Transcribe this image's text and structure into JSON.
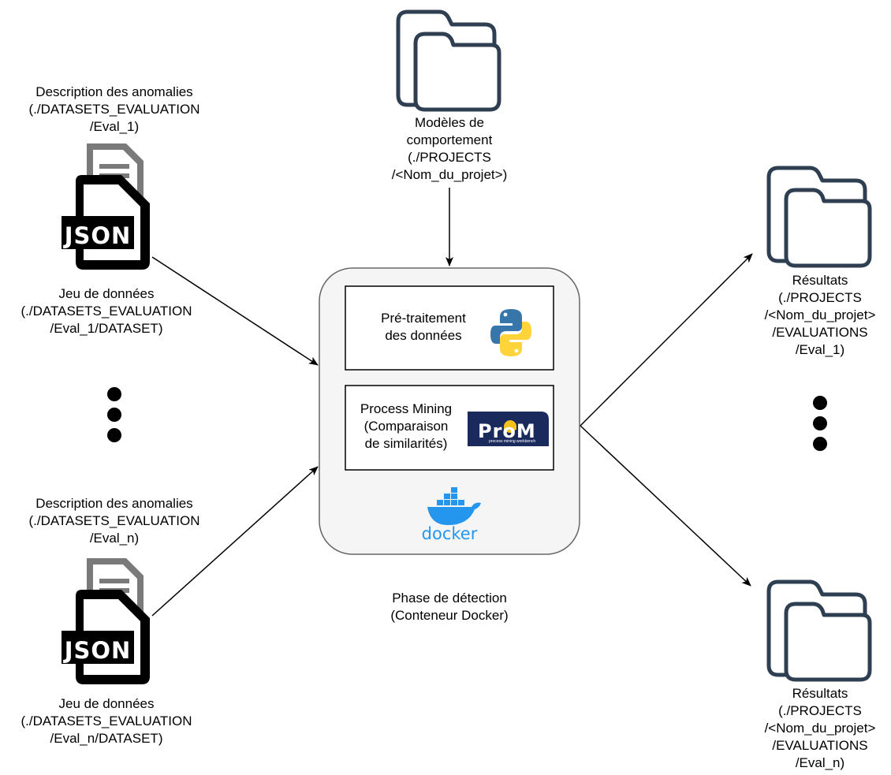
{
  "input1": {
    "description_lines": [
      "Description des anomalies",
      "(./DATASETS_EVALUATION",
      "/Eval_1)"
    ],
    "dataset_lines": [
      "Jeu de données",
      "(./DATASETS_EVALUATION",
      "/Eval_1/DATASET)"
    ],
    "badge": "JSON"
  },
  "input2": {
    "description_lines": [
      "Description des anomalies",
      "(./DATASETS_EVALUATION",
      "/Eval_n)"
    ],
    "dataset_lines": [
      "Jeu de données",
      "(./DATASETS_EVALUATION",
      "/Eval_n/DATASET)"
    ],
    "badge": "JSON"
  },
  "models": {
    "lines": [
      "Modèles de",
      "comportement",
      "(./PROJECTS",
      "/<Nom_du_projet>)"
    ]
  },
  "container": {
    "step1_lines": [
      "Pré-traitement",
      "des données"
    ],
    "step2_lines": [
      "Process Mining",
      "(Comparaison",
      "de similarités)"
    ],
    "prom_logo_text": "ProM",
    "prom_logo_subtext": "process mining workbench",
    "docker_logo_text": "docker",
    "caption_lines": [
      "Phase de détection",
      "(Conteneur Docker)"
    ]
  },
  "output1": {
    "lines": [
      "Résultats",
      "(./PROJECTS",
      "/<Nom_du_projet>",
      "/EVALUATIONS",
      "/Eval_1)"
    ]
  },
  "output2": {
    "lines": [
      "Résultats",
      "(./PROJECTS",
      "/<Nom_du_projet>",
      "/EVALUATIONS",
      "/Eval_n)"
    ]
  },
  "colors": {
    "folder_stroke": "#2f3f52",
    "container_fill": "#f5f5f5",
    "container_stroke": "#666666",
    "python_blue": "#3776ab",
    "python_yellow": "#ffd43b",
    "prom_navy": "#1b2a5c",
    "prom_yellow": "#f2c21b",
    "docker_blue": "#2496ed",
    "doc_gray": "#7a7a7a"
  }
}
